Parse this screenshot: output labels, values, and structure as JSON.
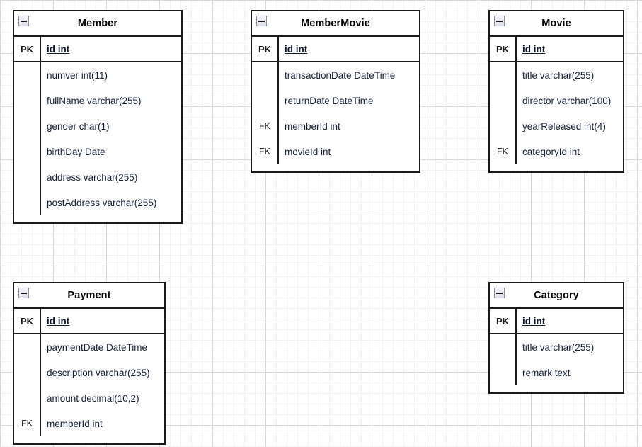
{
  "diagram": {
    "type": "entity-relationship-diagram",
    "background": "grid",
    "colors": {
      "border": "#1a1a1a",
      "title_text": "#000000",
      "field_text": "#16213e",
      "grid_minor": "#f2f2f2",
      "grid_major": "#d8d8d8",
      "canvas": "#ffffff"
    },
    "collapse_icon_name": "collapse-minus-icon"
  },
  "entities": [
    {
      "name": "Member",
      "pk": {
        "key": "PK",
        "field": "id int"
      },
      "attributes": [
        {
          "key": "",
          "field": "numver int(11)"
        },
        {
          "key": "",
          "field": "fullName varchar(255)"
        },
        {
          "key": "",
          "field": "gender char(1)"
        },
        {
          "key": "",
          "field": "birthDay Date"
        },
        {
          "key": "",
          "field": "address varchar(255)"
        },
        {
          "key": "",
          "field": "postAddress varchar(255)"
        }
      ]
    },
    {
      "name": "MemberMovie",
      "pk": {
        "key": "PK",
        "field": "id int"
      },
      "attributes": [
        {
          "key": "",
          "field": "transactionDate DateTime"
        },
        {
          "key": "",
          "field": "returnDate DateTime"
        },
        {
          "key": "FK",
          "field": "memberId int"
        },
        {
          "key": "FK",
          "field": "movieId int"
        }
      ]
    },
    {
      "name": "Movie",
      "pk": {
        "key": "PK",
        "field": "id int"
      },
      "attributes": [
        {
          "key": "",
          "field": "title varchar(255)"
        },
        {
          "key": "",
          "field": "director varchar(100)"
        },
        {
          "key": "",
          "field": "yearReleased int(4)"
        },
        {
          "key": "FK",
          "field": "categoryId int"
        }
      ]
    },
    {
      "name": "Payment",
      "pk": {
        "key": "PK",
        "field": "id int"
      },
      "attributes": [
        {
          "key": "",
          "field": "paymentDate DateTime"
        },
        {
          "key": "",
          "field": "description varchar(255)"
        },
        {
          "key": "",
          "field": "amount decimal(10,2)"
        },
        {
          "key": "FK",
          "field": "memberId int"
        }
      ]
    },
    {
      "name": "Category",
      "pk": {
        "key": "PK",
        "field": "id int"
      },
      "attributes": [
        {
          "key": "",
          "field": "title varchar(255)"
        },
        {
          "key": "",
          "field": "remark text"
        }
      ]
    }
  ]
}
